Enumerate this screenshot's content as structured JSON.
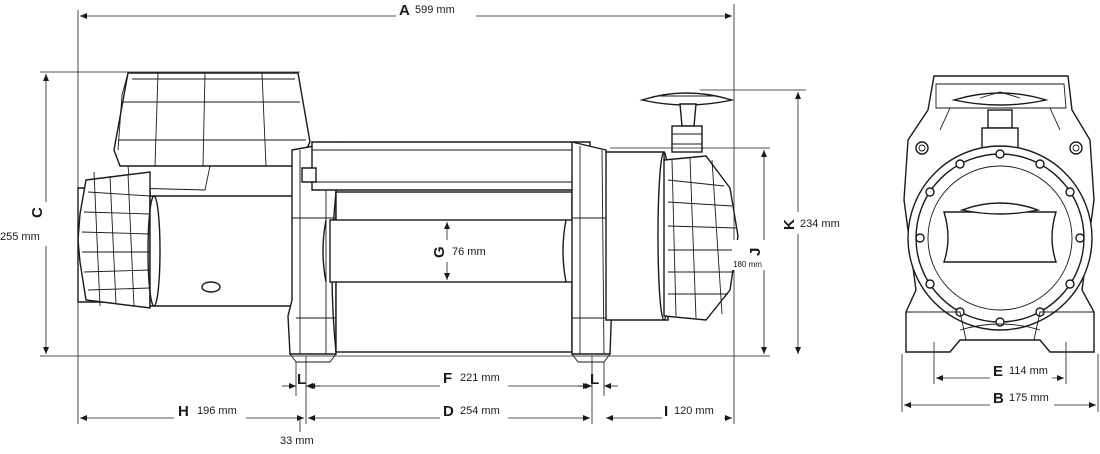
{
  "dimensions": {
    "A": {
      "letter": "A",
      "value": "599 mm"
    },
    "B": {
      "letter": "B",
      "value": "175 mm"
    },
    "C": {
      "letter": "C",
      "value": "255 mm"
    },
    "D": {
      "letter": "D",
      "value": "254 mm"
    },
    "E": {
      "letter": "E",
      "value": "114 mm"
    },
    "F": {
      "letter": "F",
      "value": "221 mm"
    },
    "G": {
      "letter": "G",
      "value": "76 mm"
    },
    "H": {
      "letter": "H",
      "value": "196 mm"
    },
    "I": {
      "letter": "I",
      "value": "120 mm"
    },
    "J": {
      "letter": "J",
      "value": "180 mm"
    },
    "K": {
      "letter": "K",
      "value": "234 mm"
    },
    "L": {
      "letter": "L",
      "value": "33 mm"
    }
  },
  "colors": {
    "line": "#1a1a1a",
    "background": "#ffffff"
  }
}
